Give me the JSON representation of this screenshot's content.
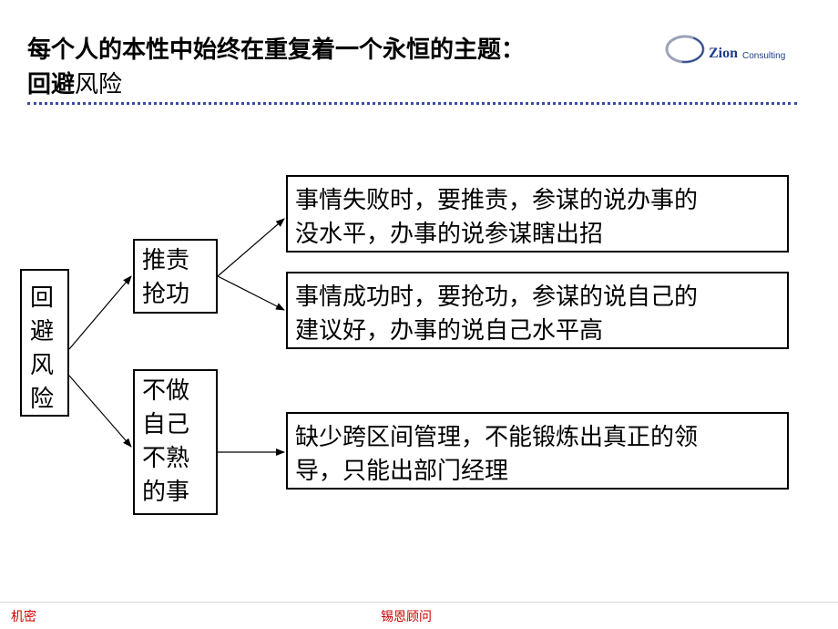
{
  "header": {
    "title_line1": "每个人的本性中始终在重复着一个永恒的主题：",
    "title_line2_bold": "回避",
    "title_line2_normal": "风险"
  },
  "logo": {
    "brand": "Zion",
    "sub": "Consulting"
  },
  "diagram": {
    "root": [
      "回",
      "避",
      "风",
      "险"
    ],
    "branch1": [
      "推责",
      "抢功"
    ],
    "branch2": [
      "不做",
      "自己",
      "不熟",
      "的事"
    ],
    "leaf1": [
      "事情失败时，要推责，参谋的说办事的",
      "没水平，办事的说参谋瞎出招"
    ],
    "leaf2": [
      "事情成功时，要抢功，参谋的说自己的",
      "建议好，办事的说自己水平高"
    ],
    "leaf3": [
      "缺少跨区间管理，不能锻炼出真正的领",
      "导，只能出部门经理"
    ]
  },
  "footer": {
    "left": "机密",
    "center": "锡恩顾问"
  },
  "colors": {
    "divider": "#3b49a6",
    "footer_text": "#cc0000",
    "logo": "#1f3d8c"
  }
}
